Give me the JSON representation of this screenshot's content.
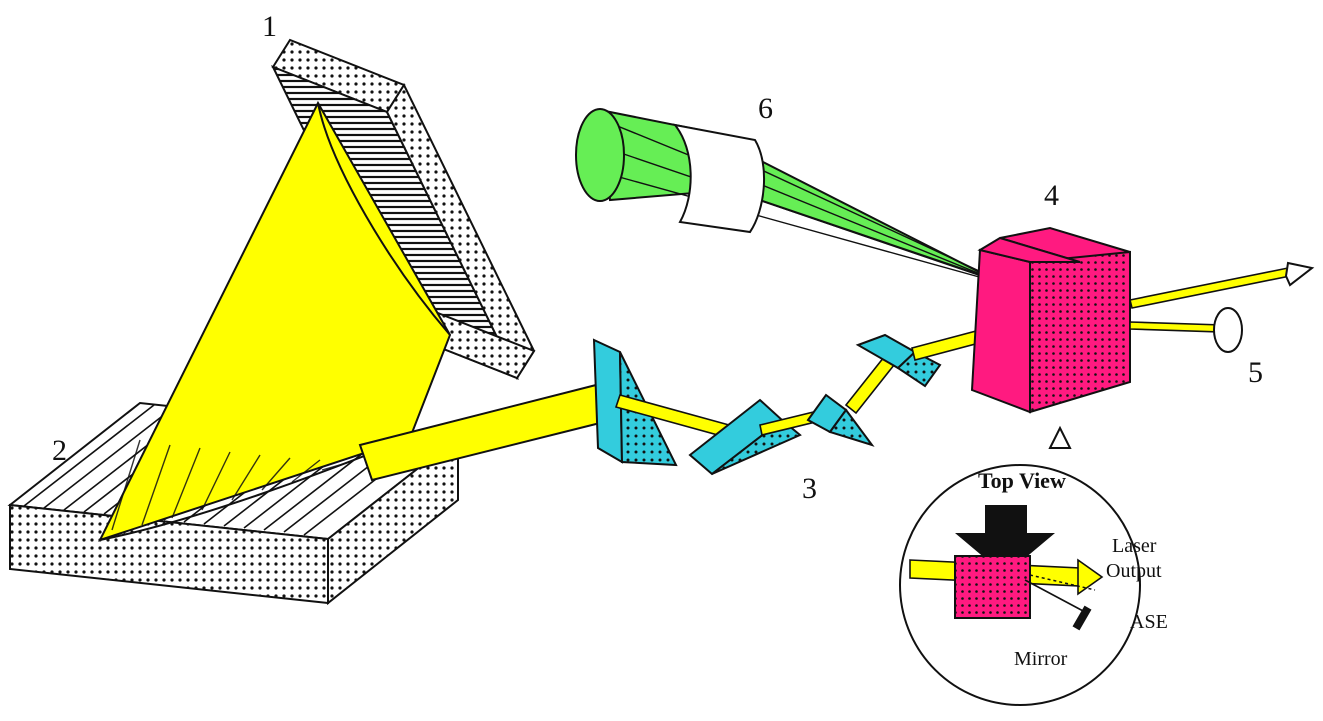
{
  "labels": {
    "grating_top": "1",
    "grating_bottom": "2",
    "prisms": "3",
    "dye_cell": "4",
    "mirror_output": "5",
    "pump_lens": "6"
  },
  "inset": {
    "title": "Top View",
    "laser_output_line1": "Laser",
    "laser_output_line2": "Output",
    "ase": "ASE",
    "mirror": "Mirror"
  },
  "colors": {
    "beam": "#ffff00",
    "prism": "#33ccdd",
    "dye_cell": "#ff1a80",
    "pump": "#66ee55",
    "outline": "#111111"
  }
}
